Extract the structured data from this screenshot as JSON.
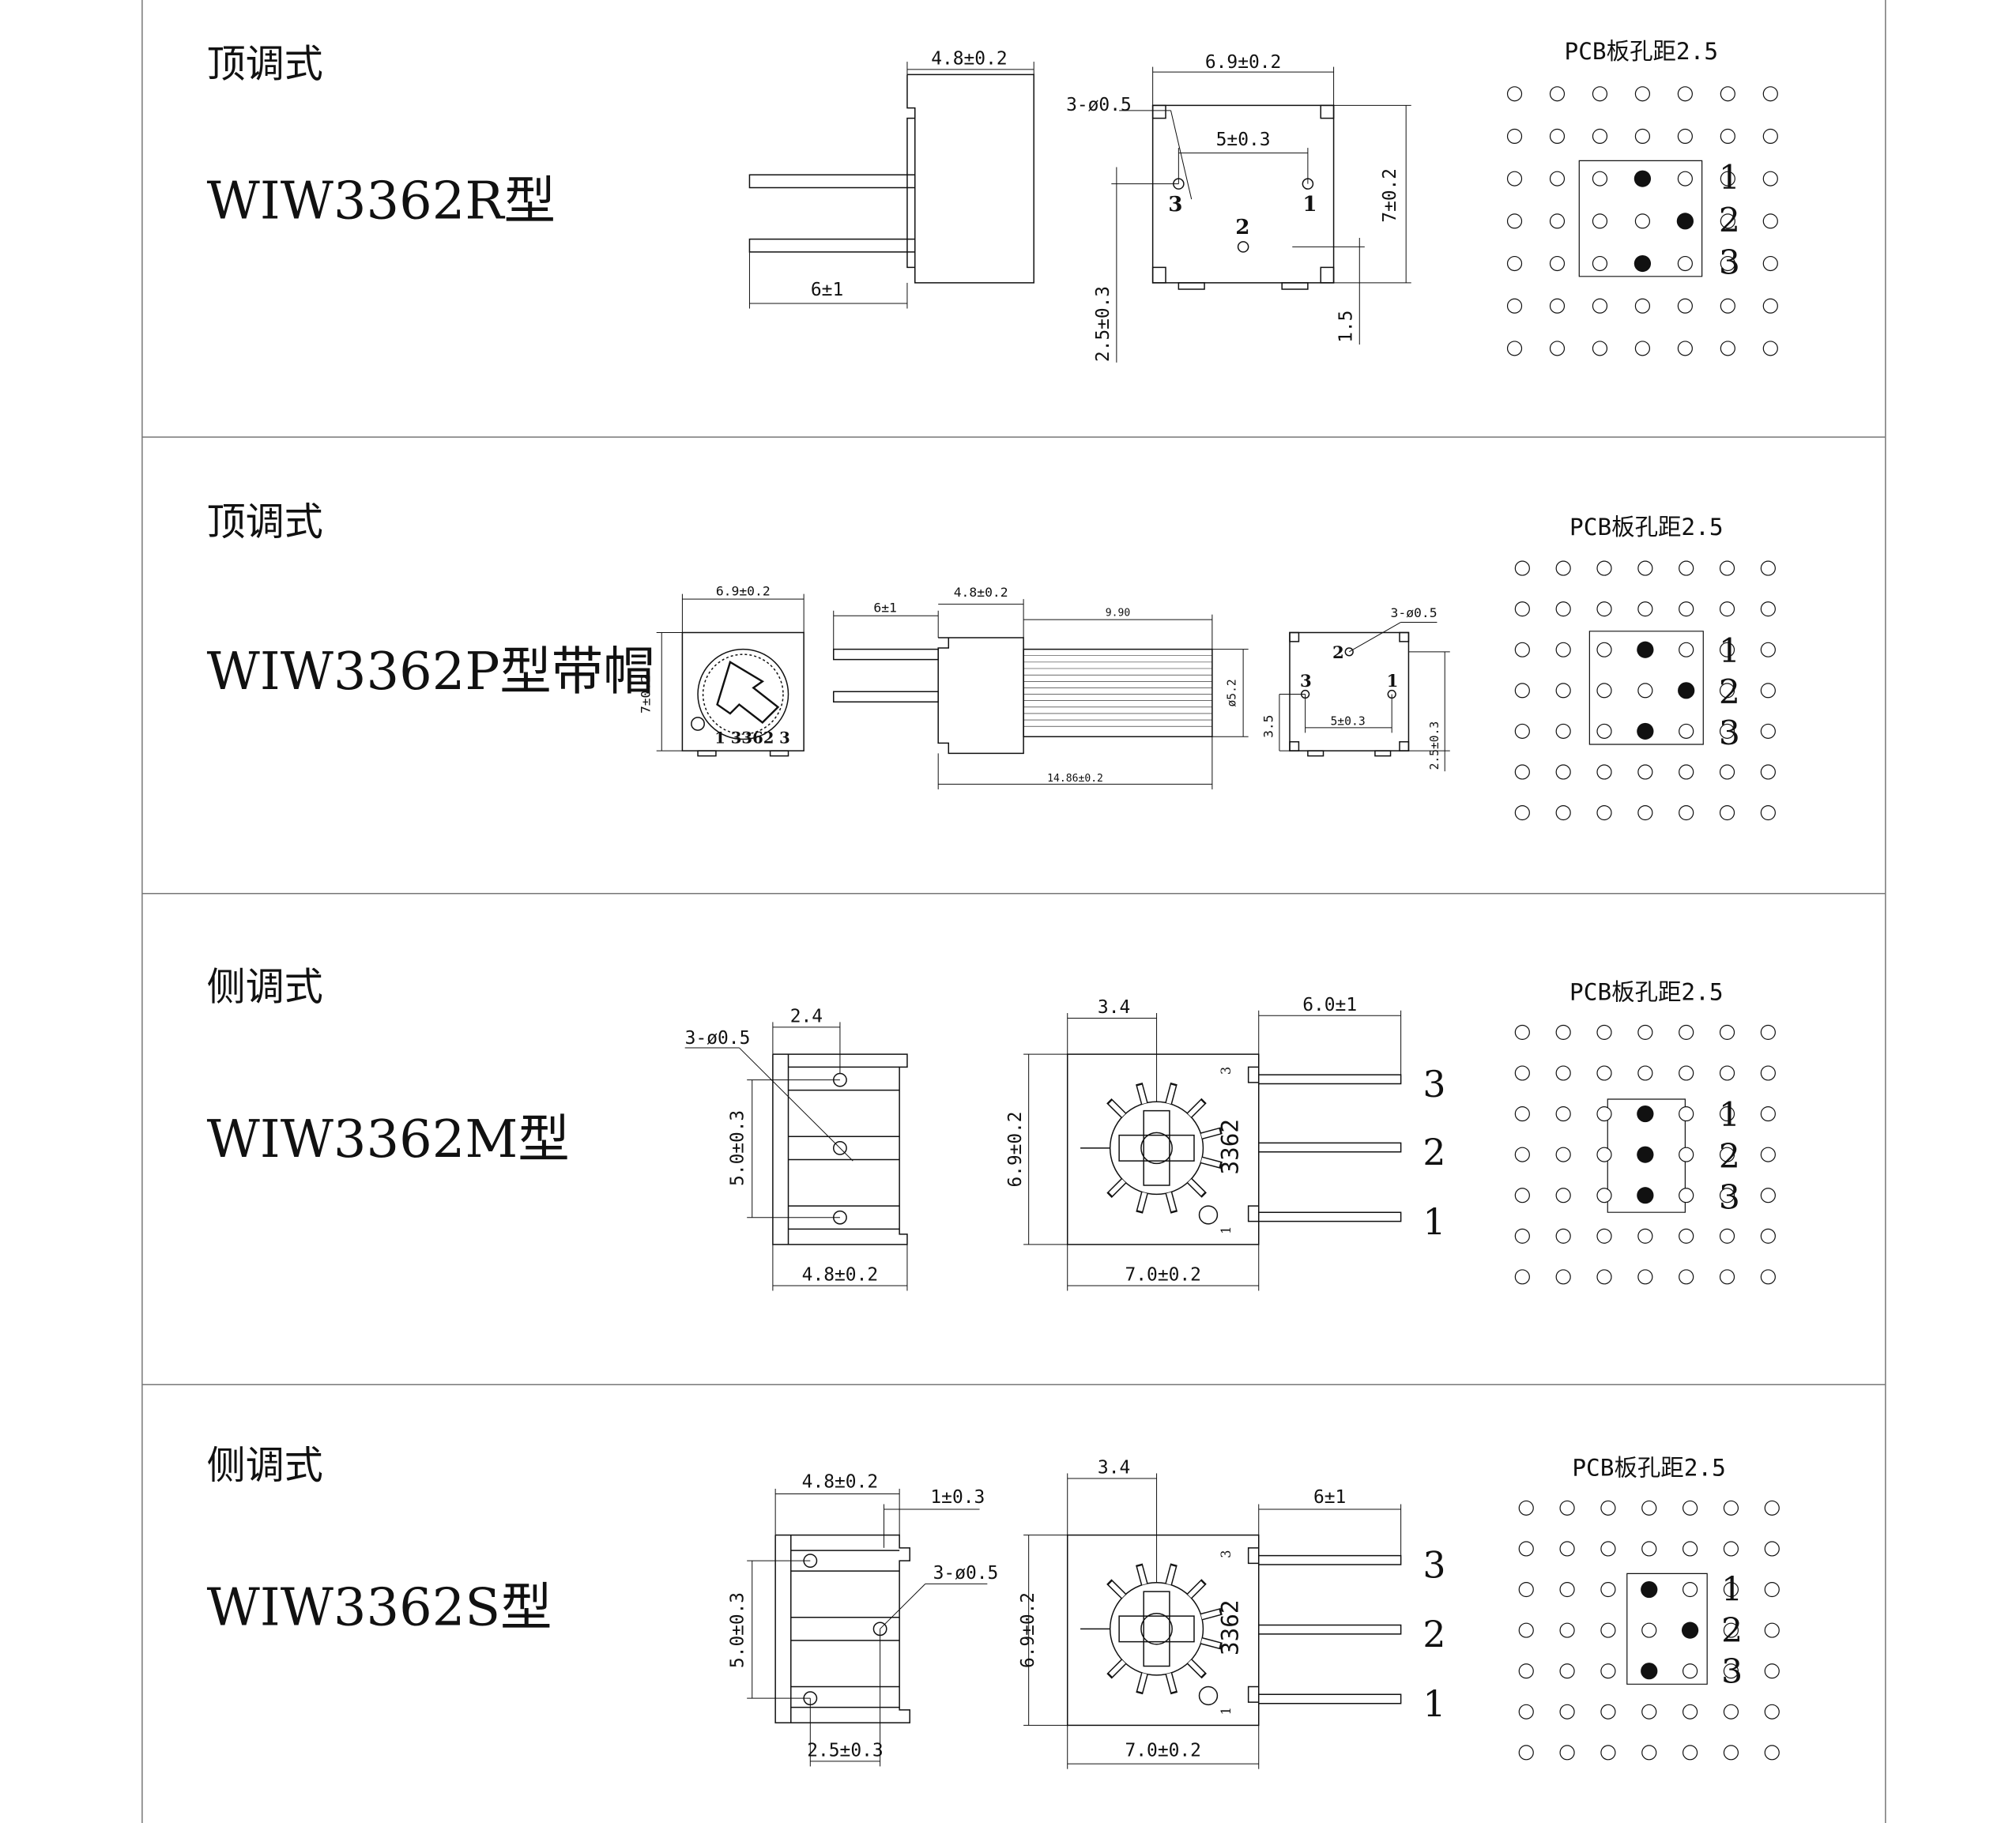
{
  "colors": {
    "ink": "#111111",
    "rule": "#777777",
    "paper": "#ffffff"
  },
  "sections": [
    {
      "adjust_type": "顶调式",
      "model": "WIW3362R型",
      "pcb_title": "PCB板孔距2.5",
      "dims": {
        "body_thickness": "4.8±0.2",
        "body_width": "6.9±0.2",
        "pin_length": "6±1",
        "hole": "3-ø0.5",
        "pin_pitch": "5±0.3",
        "height": "7±0.2",
        "pin_offset": "2.5±0.3",
        "standoff": "1.5"
      },
      "pin_labels": [
        "1",
        "2",
        "3"
      ]
    },
    {
      "adjust_type": "顶调式",
      "model": "WIW3362P型带帽",
      "pcb_title": "PCB板孔距2.5",
      "dims": {
        "body_width": "6.9±0.2",
        "height": "7±0.2",
        "pin_length": "6±1",
        "body_thickness": "4.8±0.2",
        "cap_length": "9.90",
        "cap_diameter": "ø5.2",
        "total_length": "14.86±0.2",
        "hole": "3-ø0.5",
        "side_height": "3.5",
        "pin_pitch": "5±0.3",
        "pin_offset": "2.5±0.3"
      },
      "pin_labels": [
        "1",
        "2",
        "3"
      ]
    },
    {
      "adjust_type": "侧调式",
      "model": "WIW3362M型",
      "pcb_title": "PCB板孔距2.5",
      "dims": {
        "side_depth": "2.4",
        "hole": "3-ø0.5",
        "pin_pitch": "5.0±0.3",
        "body_thickness": "4.8±0.2",
        "knob_offset": "3.4",
        "pin_length": "6.0±1",
        "height": "6.9±0.2",
        "body_width": "7.0±0.2",
        "marking": "3362"
      },
      "pin_labels": [
        "1",
        "2",
        "3"
      ]
    },
    {
      "adjust_type": "侧调式",
      "model": "WIW3362S型",
      "pcb_title": "PCB板孔距2.5",
      "dims": {
        "body_thickness": "4.8±0.2",
        "flange": "1±0.3",
        "hole": "3-ø0.5",
        "pin_pitch": "5.0±0.3",
        "pin_offset": "2.5±0.3",
        "knob_offset": "3.4",
        "pin_length": "6±1",
        "height": "6.9±0.2",
        "body_width": "7.0±0.2",
        "marking": "3362"
      },
      "pin_labels": [
        "1",
        "2",
        "3"
      ]
    }
  ]
}
